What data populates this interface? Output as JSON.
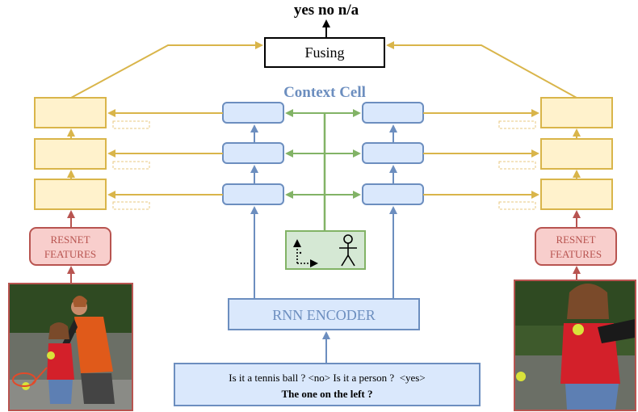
{
  "output_label": "yes no n/a",
  "fusing_label": "Fusing",
  "context_cell_label": "Context Cell",
  "resnet_left": [
    "RESNET",
    "FEATURES"
  ],
  "resnet_right": [
    "RESNET",
    "FEATURES"
  ],
  "rnn_encoder_label": "RNN ENCODER",
  "dialogue_line1": "Is it a tennis ball ? <no> Is it a person ?  <yes>",
  "dialogue_line2": "The one on the left ?",
  "colors": {
    "yellow_stroke": "#d9b54a",
    "yellow_fill": "#fff2cc",
    "blue_stroke": "#6c8ebf",
    "blue_fill": "#dae8fc",
    "green_stroke": "#82b366",
    "green_fill": "#d5e8d4",
    "red_stroke": "#b85450",
    "red_fill": "#f8cecc",
    "context_text": "#6c8ebf"
  }
}
